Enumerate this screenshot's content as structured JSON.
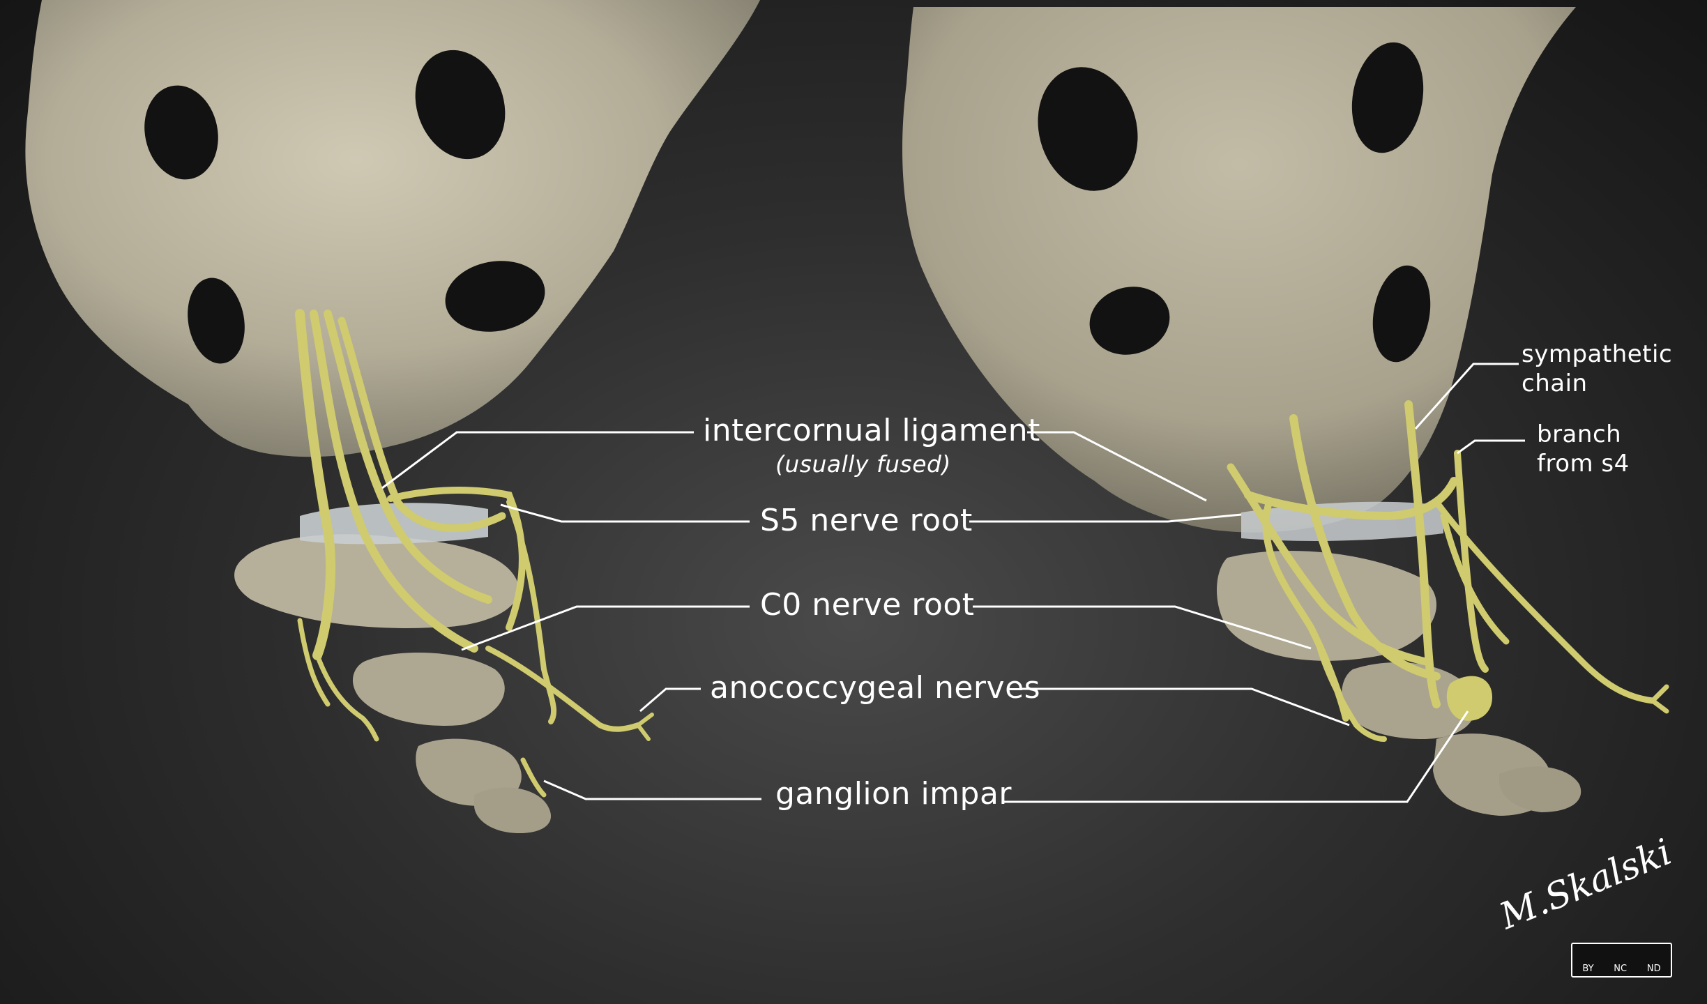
{
  "labels": {
    "intercornual": "intercornual ligament",
    "intercornual_note": "(usually fused)",
    "s5": "S5 nerve root",
    "c0": "C0 nerve root",
    "anococcygeal": "anococcygeal nerves",
    "ganglion": "ganglion impar",
    "sympathetic": "sympathetic",
    "sympathetic_line2": "chain",
    "branch": "branch",
    "branch_line2": "from s4"
  },
  "signature": "M.Skalski",
  "license": {
    "by": "BY",
    "nc": "NC",
    "nd": "ND"
  },
  "colors": {
    "bone": "#b9b39f",
    "bone_shadow": "#8d8877",
    "nerve": "#cfcb6e",
    "ligament": "#c9ced0",
    "background": "#2a2a2a",
    "text": "#ffffff"
  }
}
